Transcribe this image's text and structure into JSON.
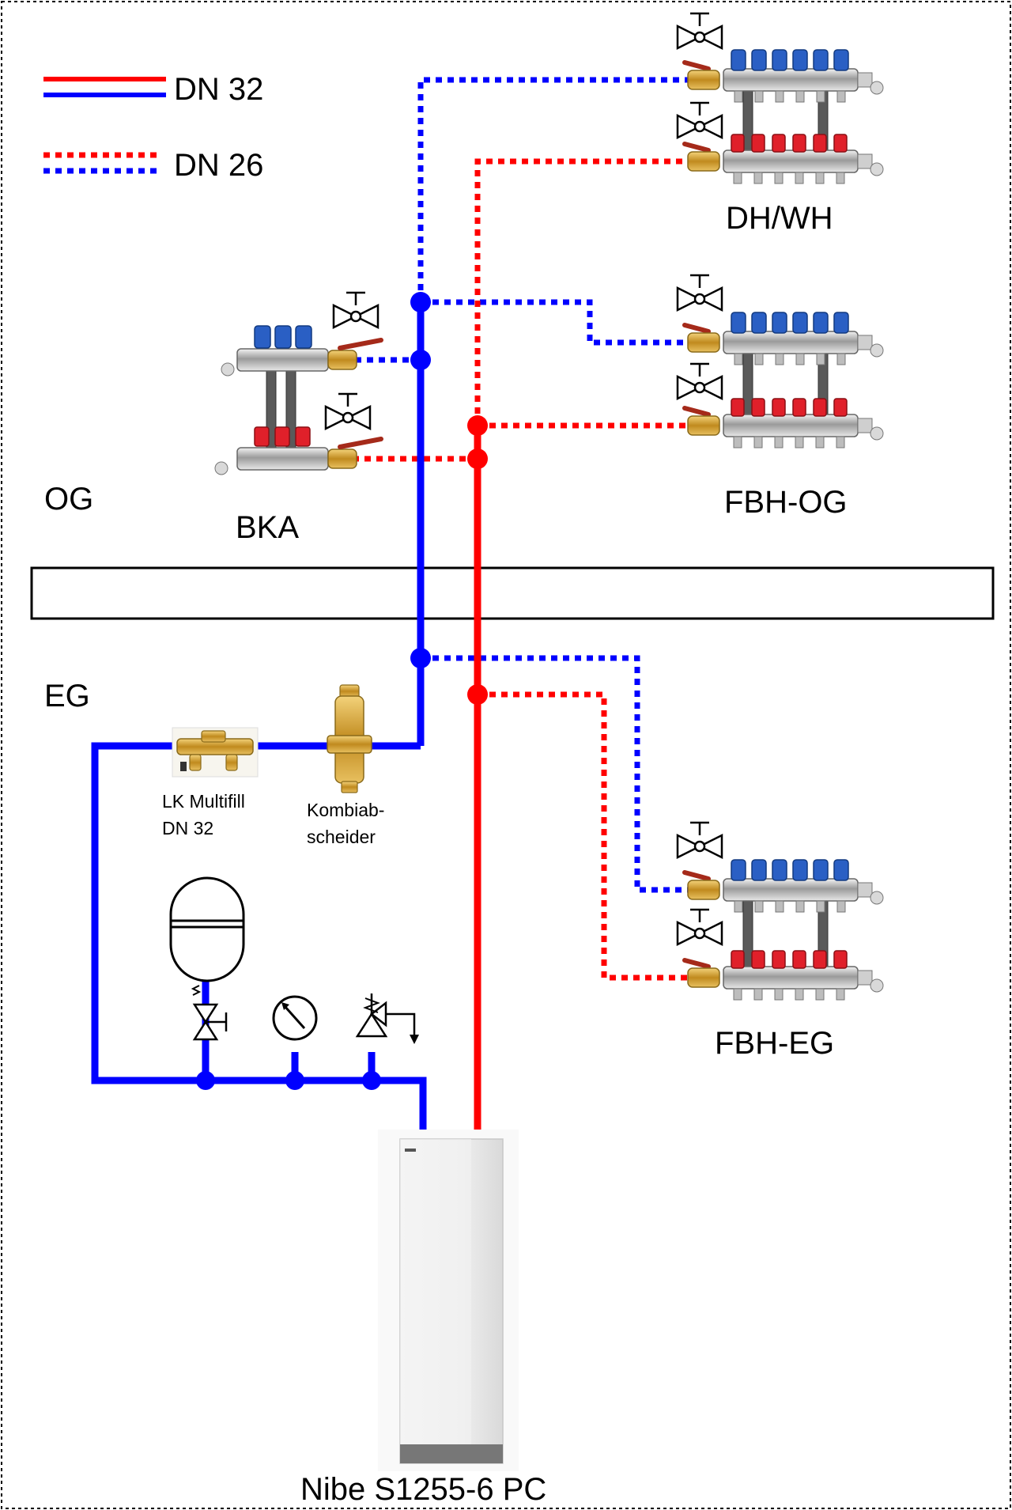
{
  "legend": {
    "solid_label": "DN 32",
    "dotted_label": "DN 26"
  },
  "floors": {
    "upper": "OG",
    "lower": "EG"
  },
  "manifolds": {
    "dhwh": "DH/WH",
    "fbh_og": "FBH-OG",
    "bka": "BKA",
    "fbh_eg": "FBH-EG"
  },
  "components": {
    "multifill_line1": "LK Multifill",
    "multifill_line2": "DN 32",
    "separator_line1": "Kombiab-",
    "separator_line2": "scheider",
    "heatpump": "Nibe S1255-6 PC"
  },
  "colors": {
    "supply": "#ff0000",
    "return": "#0000ff",
    "frame": "#000000"
  }
}
